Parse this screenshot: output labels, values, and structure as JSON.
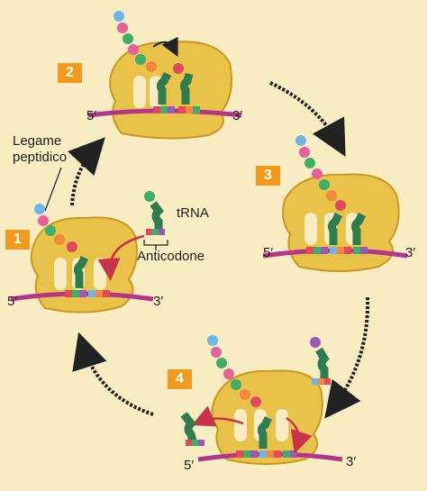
{
  "labels": {
    "peptide_bond_line1": "Legame",
    "peptide_bond_line2": "peptidico",
    "trna": "tRNA",
    "anticodon": "Anticodone"
  },
  "ends": {
    "five": "5′",
    "three": "3′"
  },
  "steps": [
    "1",
    "2",
    "3",
    "4"
  ],
  "colors": {
    "background": "#f8ecc2",
    "ribosome": "#e9c24a",
    "ribosome_shadow": "#c99a22",
    "mrna": "#b3358c",
    "trna": "#2e7d4f",
    "step_badge": "#f29a1e",
    "arrow_red": "#c8324b",
    "cycle_arrow": "#222222",
    "beads": [
      "#6fb6e8",
      "#e8609a",
      "#3fae6a",
      "#f08a3c",
      "#e04a5a",
      "#9b59b6"
    ]
  }
}
